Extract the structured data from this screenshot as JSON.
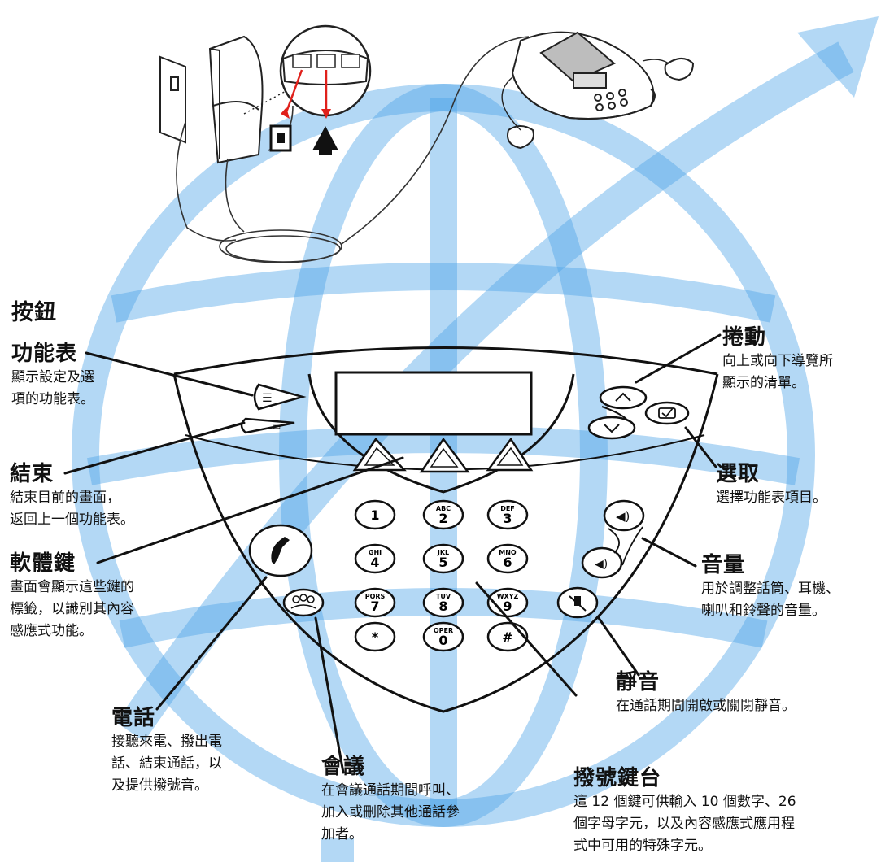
{
  "heading": "按鈕",
  "callouts": {
    "menu": {
      "title": "功能表",
      "desc": "顯示設定及選\n項的功能表。"
    },
    "exit": {
      "title": "結束",
      "desc": "結束目前的畫面，\n返回上一個功能表。"
    },
    "softkeys": {
      "title": "軟體鍵",
      "desc": "畫面會顯示這些鍵的\n標籤，以識別其內容\n感應式功能。"
    },
    "phone": {
      "title": "電話",
      "desc": "接聽來電、撥出電\n話、結束通話，以\n及提供撥號音。"
    },
    "conference": {
      "title": "會議",
      "desc": "在會議通話期間呼叫、\n加入或刪除其他通話參\n加者。"
    },
    "dialpad": {
      "title": "撥號鍵台",
      "desc": "這 12 個鍵可供輸入 10 個數字、26\n個字母字元，以及內容感應式應用程\n式中可用的特殊字元。"
    },
    "mute": {
      "title": "靜音",
      "desc": "在通話期間開啟或關閉靜音。"
    },
    "volume": {
      "title": "音量",
      "desc": "用於調整話筒、耳機、\n喇叭和鈴聲的音量。"
    },
    "select": {
      "title": "選取",
      "desc": "選擇功能表項目。"
    },
    "scroll": {
      "title": "捲動",
      "desc": "向上或向下導覽所\n顯示的清單。"
    }
  },
  "keypad": [
    {
      "digit": "1",
      "letters": ""
    },
    {
      "digit": "2",
      "letters": "ABC"
    },
    {
      "digit": "3",
      "letters": "DEF"
    },
    {
      "digit": "4",
      "letters": "GHI"
    },
    {
      "digit": "5",
      "letters": "JKL"
    },
    {
      "digit": "6",
      "letters": "MNO"
    },
    {
      "digit": "7",
      "letters": "PQRS"
    },
    {
      "digit": "8",
      "letters": "TUV"
    },
    {
      "digit": "9",
      "letters": "WXYZ"
    },
    {
      "digit": "*",
      "letters": ""
    },
    {
      "digit": "0",
      "letters": "OPER"
    },
    {
      "digit": "#",
      "letters": ""
    }
  ],
  "colors": {
    "watermark": "#3a9be0",
    "callout_line": "#111111",
    "arrow": "#e0201b"
  }
}
